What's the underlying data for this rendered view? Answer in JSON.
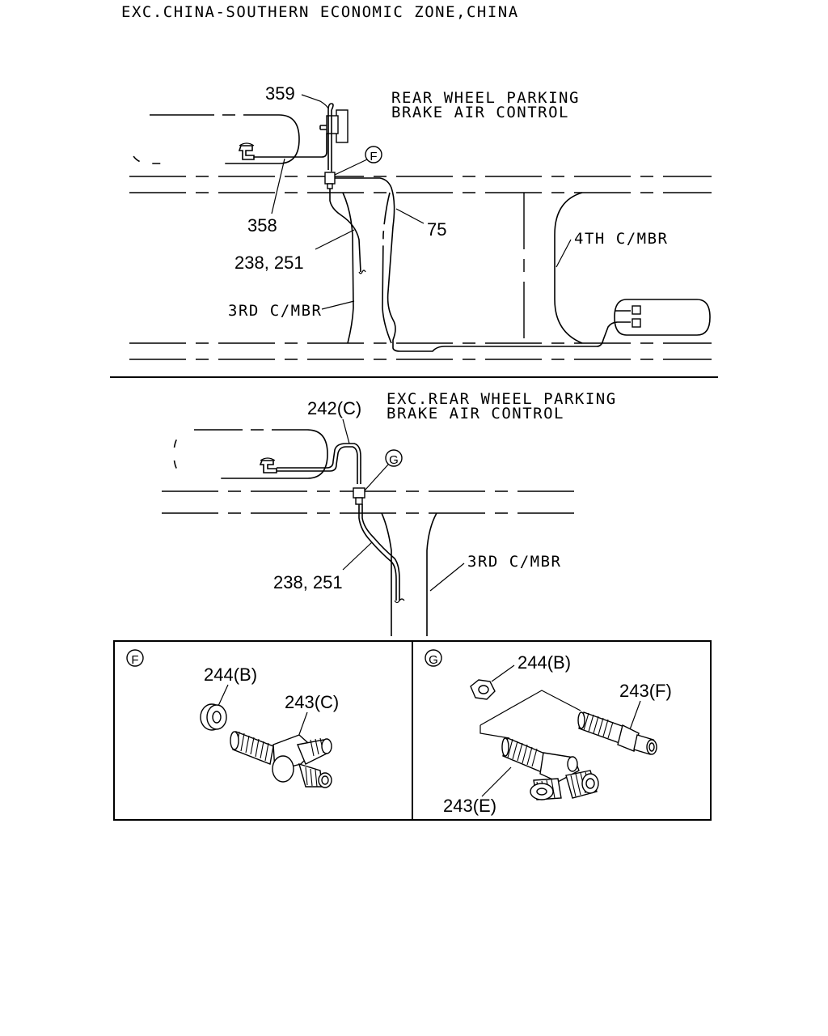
{
  "header": {
    "title": "EXC.CHINA-SOUTHERN ECONOMIC ZONE,CHINA"
  },
  "upper_view": {
    "caption_line1": "REAR WHEEL PARKING",
    "caption_line2": "BRAKE AIR CONTROL",
    "callouts": {
      "p359": "359",
      "p358": "358",
      "p75": "75",
      "p238_251": "238, 251",
      "detail_f": "F"
    },
    "labels": {
      "third_crossmember": "3RD C/MBR",
      "fourth_crossmember": "4TH C/MBR"
    }
  },
  "lower_view": {
    "caption_line1": "EXC.REAR WHEEL PARKING",
    "caption_line2": "BRAKE AIR CONTROL",
    "callouts": {
      "p242c": "242(C)",
      "p238_251": "238, 251",
      "detail_g": "G"
    },
    "labels": {
      "third_crossmember": "3RD C/MBR"
    }
  },
  "detail_f": {
    "marker": "F",
    "parts": {
      "p244b": "244(B)",
      "p243c": "243(C)"
    }
  },
  "detail_g": {
    "marker": "G",
    "parts": {
      "p244b": "244(B)",
      "p243f": "243(F)",
      "p243e": "243(E)"
    }
  },
  "colors": {
    "line": "#000000",
    "background": "#ffffff"
  }
}
